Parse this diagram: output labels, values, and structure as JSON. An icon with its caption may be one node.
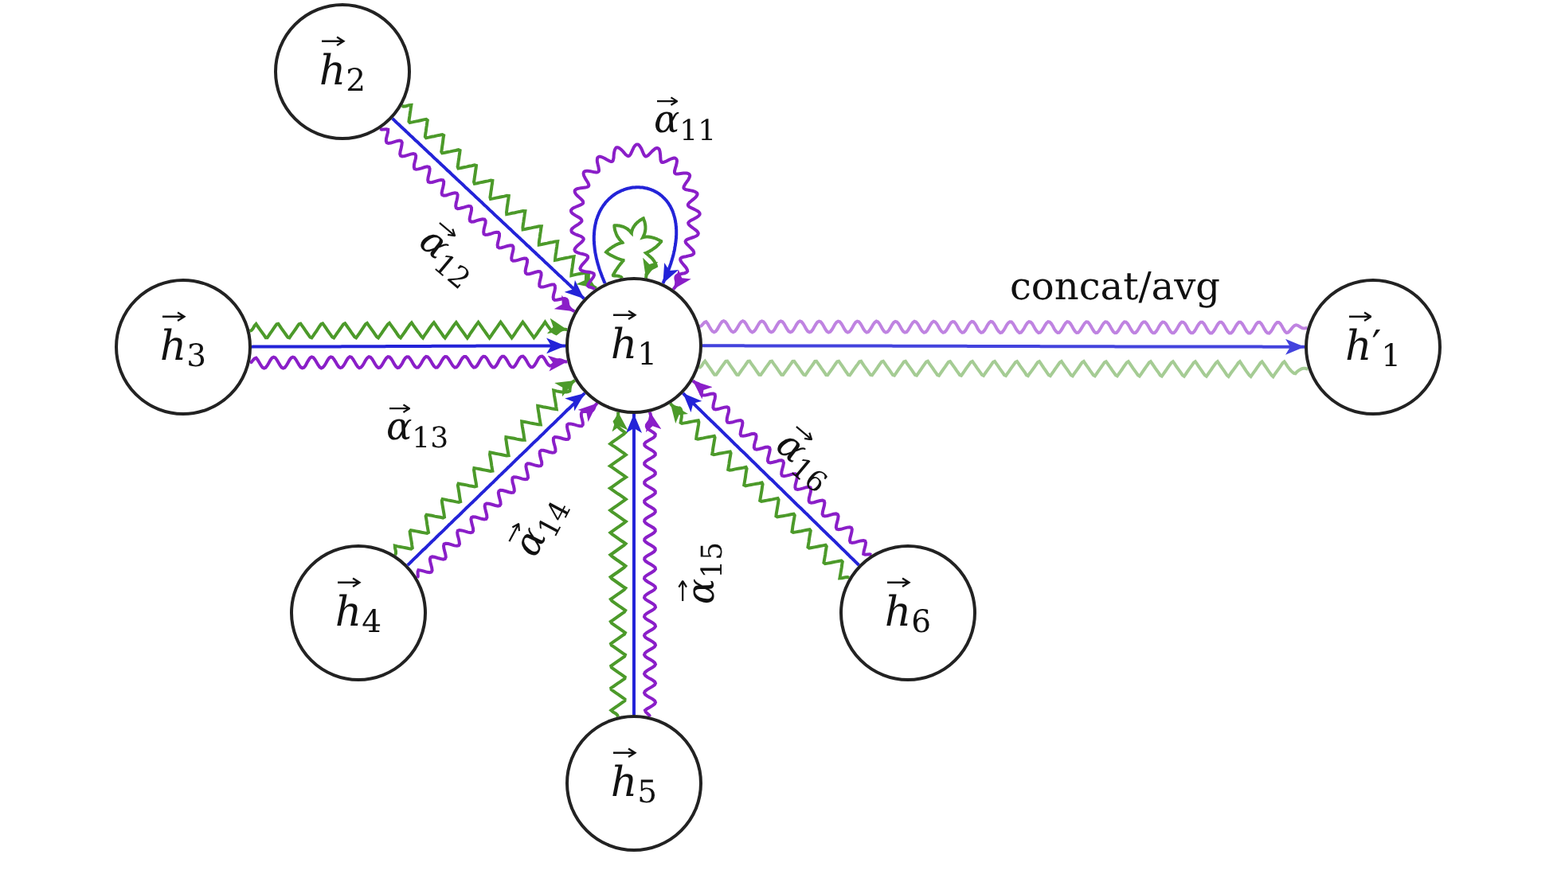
{
  "diagram": {
    "nodes": [
      {
        "text": [
          "*h*$_{1}$"
        ]
      },
      {
        "text": [
          "*h*$_{2}$"
        ]
      },
      {
        "text": [
          "*h*$_{3}$"
        ]
      },
      {
        "text": [
          "*h*$_{4}$"
        ]
      },
      {
        "text": [
          "*h*$_{5}$"
        ]
      },
      {
        "text": [
          "*h*$_{6}$"
        ]
      },
      {
        "text": [
          "*h*′$_{1}$"
        ]
      }
    ],
    "edges": [
      {
        "from": 1,
        "to": 0,
        "arrow": "to",
        "color": "#2323d8",
        "label": "*α*$_{12}$"
      },
      {
        "from": 1,
        "to": 0,
        "arrow": "to",
        "color": "#4c9a2a"
      },
      {
        "from": 1,
        "to": 0,
        "arrow": "to",
        "color": "#8a1ec8"
      },
      {
        "from": 2,
        "to": 0,
        "arrow": "to",
        "color": "#2323d8",
        "label": "*α*$_{13}$"
      },
      {
        "from": 2,
        "to": 0,
        "arrow": "to",
        "color": "#4c9a2a"
      },
      {
        "from": 2,
        "to": 0,
        "arrow": "to",
        "color": "#8a1ec8"
      },
      {
        "from": 3,
        "to": 0,
        "arrow": "to",
        "color": "#2323d8",
        "label": "*α*$_{14}$"
      },
      {
        "from": 3,
        "to": 0,
        "arrow": "to",
        "color": "#4c9a2a"
      },
      {
        "from": 3,
        "to": 0,
        "arrow": "to",
        "color": "#8a1ec8"
      },
      {
        "from": 4,
        "to": 0,
        "arrow": "to",
        "color": "#2323d8",
        "label": "*α*$_{15}$"
      },
      {
        "from": 4,
        "to": 0,
        "arrow": "to",
        "color": "#4c9a2a"
      },
      {
        "from": 4,
        "to": 0,
        "arrow": "to",
        "color": "#8a1ec8"
      },
      {
        "from": 5,
        "to": 0,
        "arrow": "to",
        "color": "#2323d8",
        "label": "*α*$_{16}$"
      },
      {
        "from": 5,
        "to": 0,
        "arrow": "to",
        "color": "#4c9a2a"
      },
      {
        "from": 5,
        "to": 0,
        "arrow": "to",
        "color": "#8a1ec8"
      },
      {
        "from": 0,
        "to": 0,
        "arrow": "to",
        "color": "#2323d8"
      },
      {
        "from": 0,
        "to": 0,
        "arrow": "to",
        "color": "#4c9a2a"
      },
      {
        "from": 0,
        "to": 0,
        "arrow": "to",
        "color": "#8a1ec8",
        "label": "*α*$_{11}$"
      },
      {
        "from": 0,
        "to": 6,
        "arrow": "to",
        "color": "#2323d8",
        "label": "concat/avg"
      },
      {
        "from": 0,
        "to": 6,
        "arrow": "none",
        "color": "#8a1ec8"
      },
      {
        "from": 0,
        "to": 6,
        "arrow": "none",
        "color": "#4c9a2a"
      }
    ]
  }
}
